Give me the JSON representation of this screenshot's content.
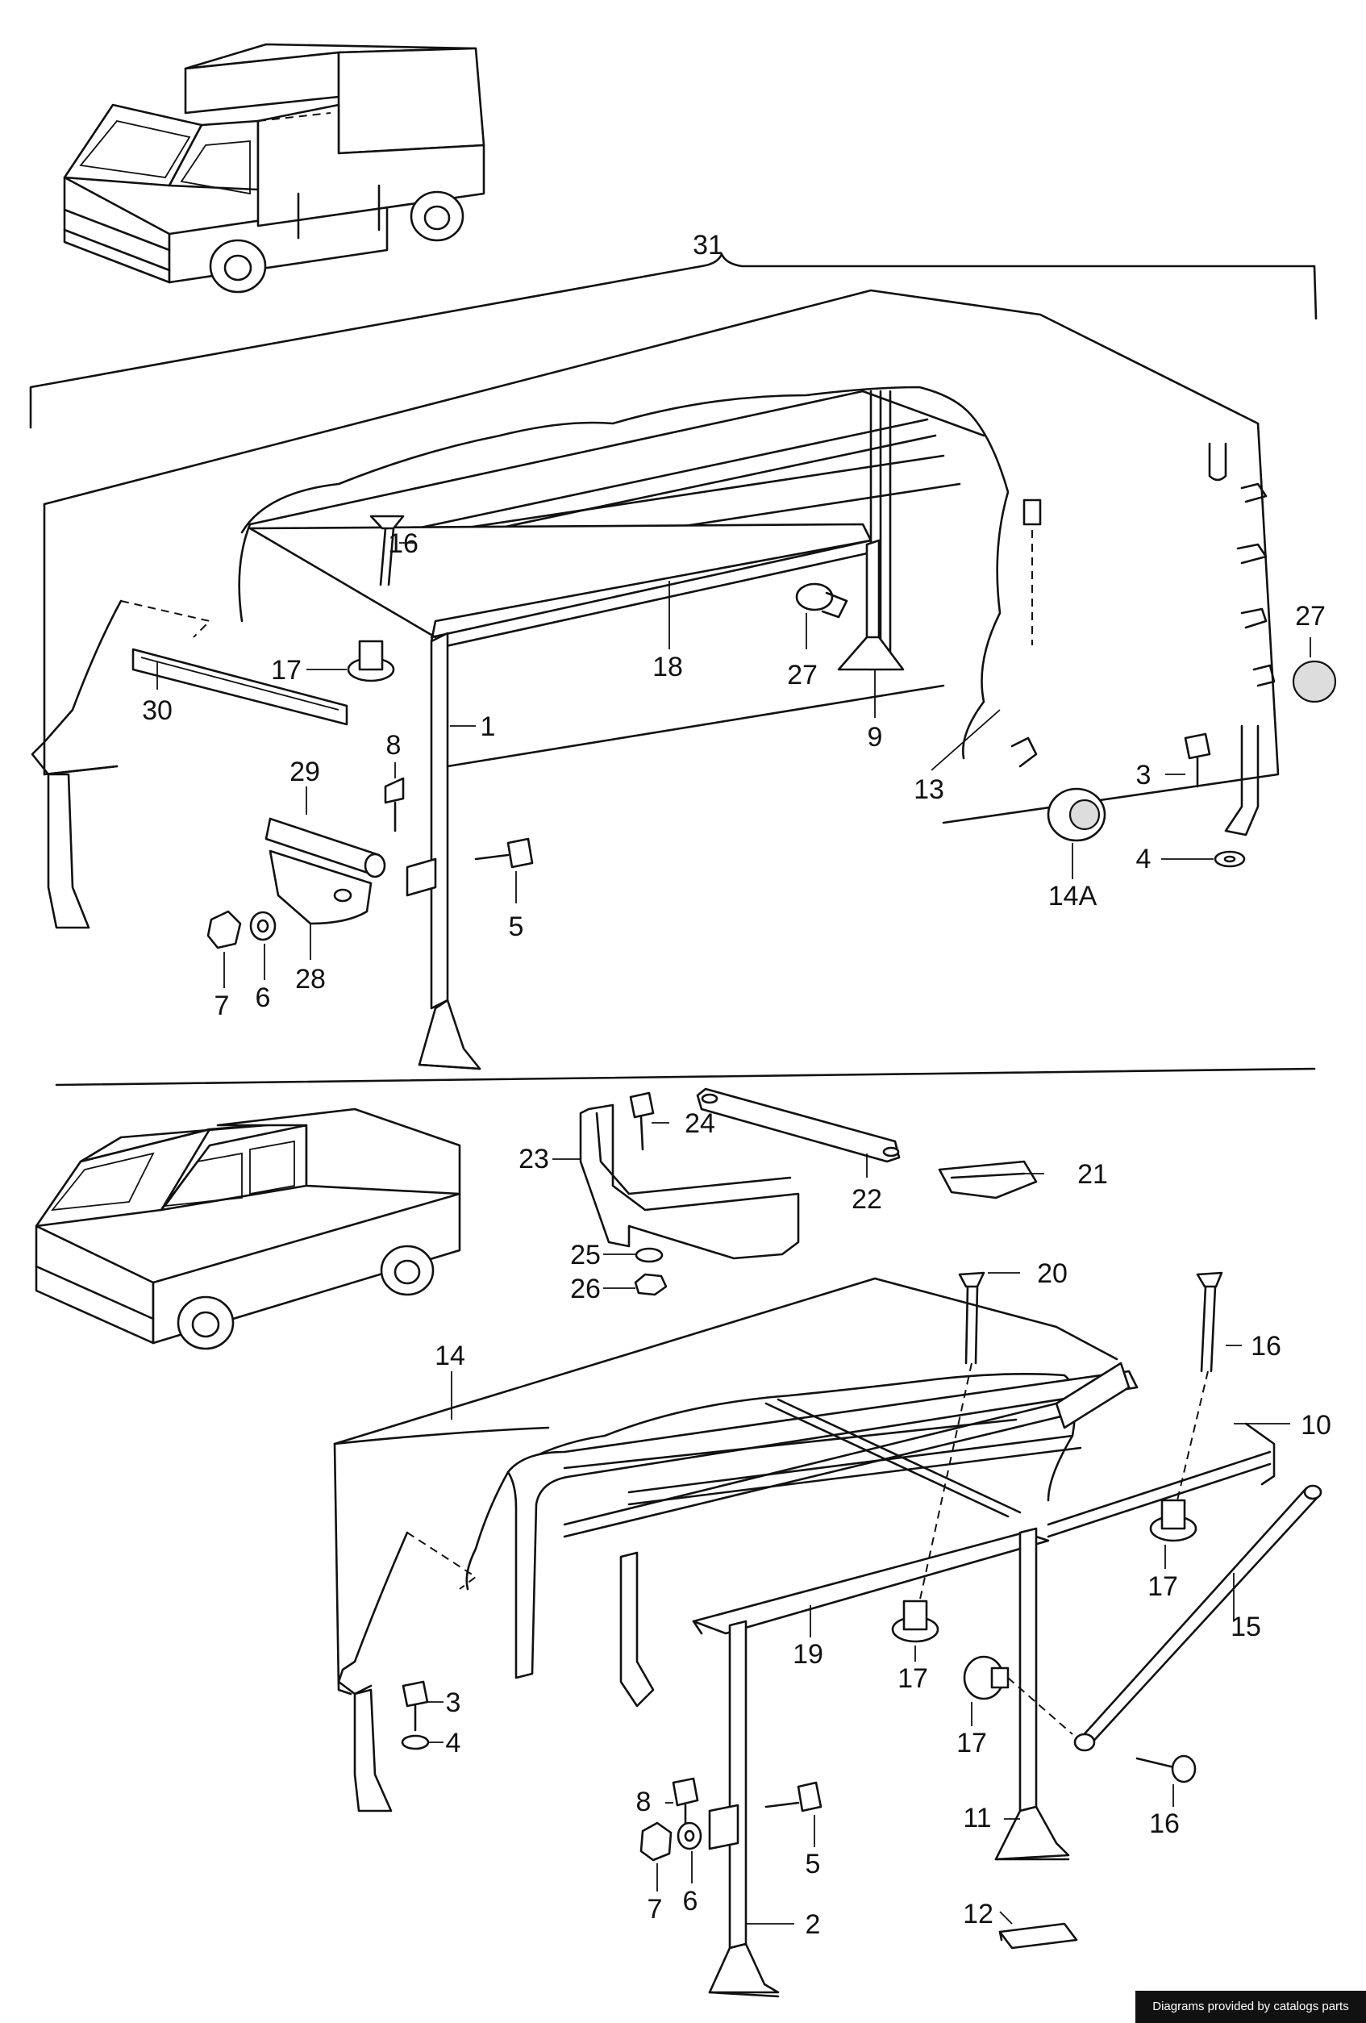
{
  "diagram": {
    "upper_callouts": [
      "31",
      "16",
      "17",
      "30",
      "1",
      "18",
      "27",
      "9",
      "27",
      "13",
      "8",
      "29",
      "5",
      "7",
      "6",
      "28",
      "3",
      "14A",
      "4"
    ],
    "lower_callouts": [
      "24",
      "23",
      "22",
      "21",
      "25",
      "26",
      "20",
      "16",
      "14",
      "10",
      "17",
      "15",
      "19",
      "17",
      "17",
      "3",
      "4",
      "8",
      "5",
      "11",
      "16",
      "7",
      "6",
      "12",
      "2"
    ]
  },
  "footer": {
    "credit": "Diagrams provided by catalogs parts"
  }
}
